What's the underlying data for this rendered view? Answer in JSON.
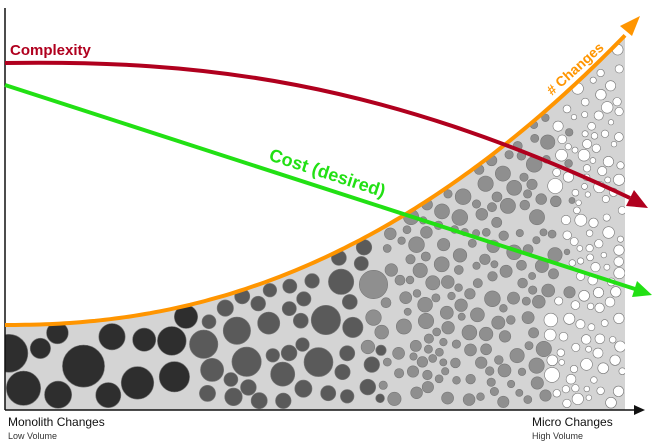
{
  "labels": {
    "complexity": "Complexity",
    "cost": "Cost (desired)",
    "changes": "# Changes",
    "left_main": "Monolith Changes",
    "left_sub": "Low Volume",
    "right_main": "Micro Changes",
    "right_sub": "High Volume"
  },
  "colors": {
    "complexity": "#b0001e",
    "cost": "#22e014",
    "changes": "#ff9500",
    "area": "#d4d4d4"
  }
}
